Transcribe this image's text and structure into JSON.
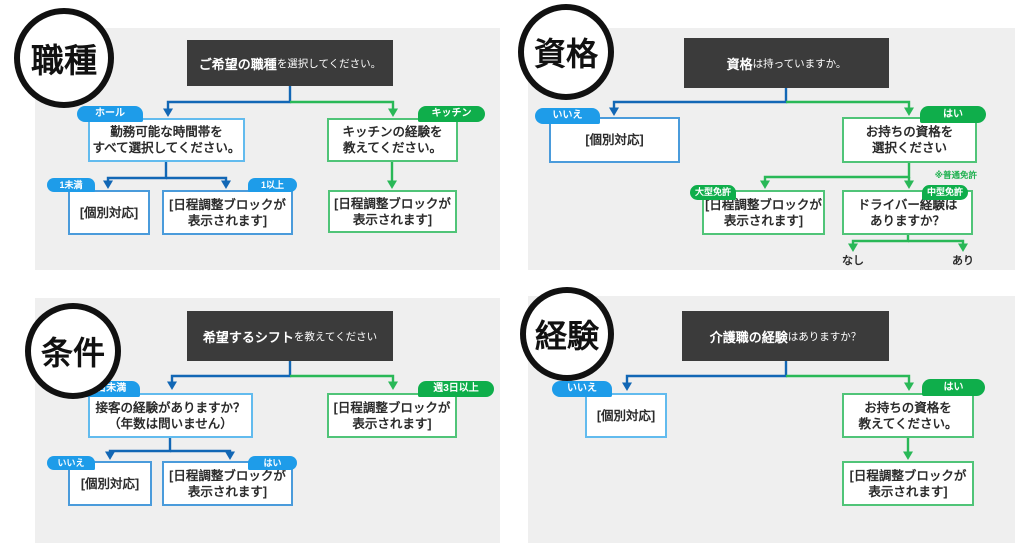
{
  "colors": {
    "panel_bg": "#efefef",
    "header_bg": "#3b3b3b",
    "header_text": "#ffffff",
    "blue_pill": "#1e9ce9",
    "blue_line": "#1267b5",
    "blue_border_light": "#62bbee",
    "blue_border_mid": "#4a9bdb",
    "green_pill": "#0fae4b",
    "green_line": "#29b857",
    "green_border": "#50c478",
    "circle_border": "#111111"
  },
  "panels": {
    "shokushu": {
      "badge": "職種",
      "header": {
        "bold": "ご希望の職種",
        "rest": "を選択してください。"
      },
      "pill_left": "ホール",
      "pill_right": "キッチン",
      "box_left": "勤務可能な時間帯を\nすべて選択してください。",
      "box_right": "キッチンの経験を\n教えてください。",
      "pill_sub_left": "1未満",
      "pill_sub_right": "1以上",
      "box_sub_left": "[個別対応]",
      "box_sub_mid": "[日程調整ブロックが\n表示されます]",
      "box_right_leaf": "[日程調整ブロックが\n表示されます]"
    },
    "shikaku": {
      "badge": "資格",
      "header": {
        "bold": "資格",
        "rest": "は持っていますか。"
      },
      "pill_left": "いいえ",
      "pill_right": "はい",
      "box_left": "[個別対応]",
      "box_right": "お持ちの資格を\n選択ください",
      "note": "※普通免許",
      "pill_sub_left": "大型免許",
      "pill_sub_right": "中型免許",
      "box_sub_left": "[日程調整ブロックが\n表示されます]",
      "box_sub_right": "ドライバー経験は\nありますか？",
      "label_left": "なし",
      "label_right": "あり"
    },
    "joken": {
      "badge": "条件",
      "header": {
        "bold": "希望するシフト",
        "rest": "を教えてください"
      },
      "pill_left": "週3日未満",
      "pill_right": "週3日以上",
      "box_left": "接客の経験がありますか？\n（年数は問いません）",
      "box_right": "[日程調整ブロックが\n表示されます]",
      "pill_sub_left": "いいえ",
      "pill_sub_right": "はい",
      "box_sub_left": "[個別対応]",
      "box_sub_mid": "[日程調整ブロックが\n表示されます]"
    },
    "keiken": {
      "badge": "経験",
      "header": {
        "bold": "介護職の経験",
        "rest": "はありますか？"
      },
      "pill_left": "いいえ",
      "pill_right": "はい",
      "box_left": "[個別対応]",
      "box_right": "お持ちの資格を\n教えてください。",
      "box_right_leaf": "[日程調整ブロックが\n表示されます]"
    }
  }
}
